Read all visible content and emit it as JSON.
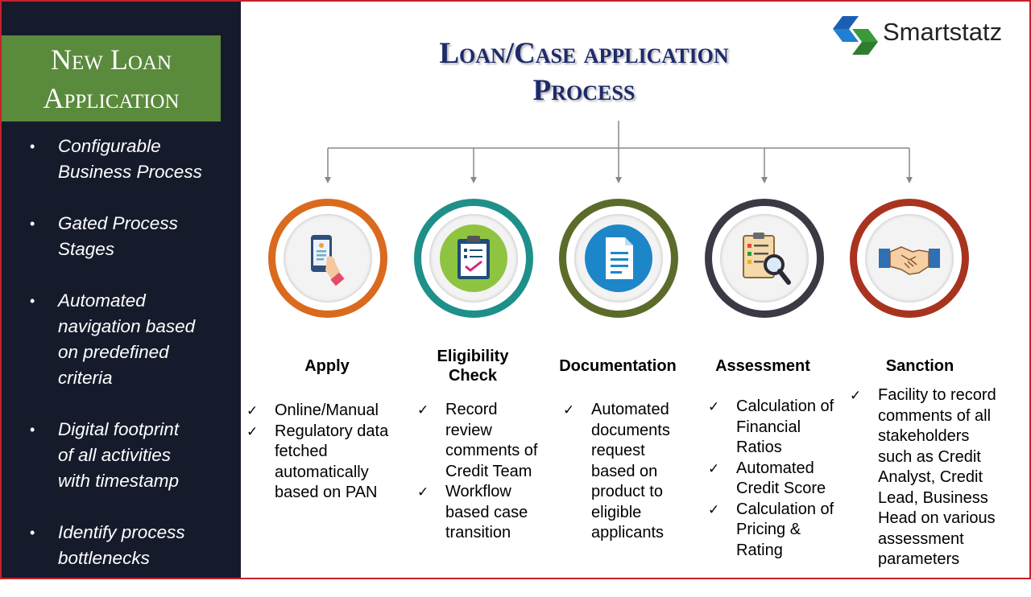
{
  "sidebar": {
    "title_line1": "New Loan",
    "title_line2": "Application",
    "items": [
      {
        "line1": "Configurable",
        "line2": "Business Process"
      },
      {
        "line1": "Gated Process",
        "line2": "Stages"
      },
      {
        "line1": "Automated",
        "line2": "navigation based",
        "line3": "on predefined",
        "line4": "criteria"
      },
      {
        "line1": "Digital footprint",
        "line2": "of all activities",
        "line3": "with timestamp"
      },
      {
        "line1": "Identify process",
        "line2": "bottlenecks"
      }
    ]
  },
  "header": {
    "title_line1": "Loan/Case application",
    "title_line2": "Process"
  },
  "brand": {
    "name": "Smartstatz"
  },
  "stages": [
    {
      "title": "Apply",
      "ring_color": "#d96a1e",
      "icon": "phone-touch-icon",
      "items": [
        {
          "l1": "Online/Manual"
        },
        {
          "l1": "Regulatory data",
          "l2": "fetched",
          "l3": "automatically",
          "l4": "based on PAN"
        }
      ]
    },
    {
      "title_line1": "Eligibility",
      "title_line2": "Check",
      "ring_color": "#1f8f8a",
      "icon": "clipboard-check-icon",
      "items": [
        {
          "l1": "Record",
          "l2": "review",
          "l3": "comments of",
          "l4": "Credit Team"
        },
        {
          "l1": "Workflow",
          "l2": "based case",
          "l3": "transition"
        }
      ]
    },
    {
      "title": "Documentation",
      "ring_color": "#5b6b2a",
      "icon": "document-icon",
      "items": [
        {
          "l1": "Automated",
          "l2": "documents",
          "l3": "request",
          "l4": "based on",
          "l5": "product to",
          "l6": "eligible",
          "l7": "applicants"
        }
      ]
    },
    {
      "title": "Assessment",
      "ring_color": "#3a3a44",
      "icon": "checklist-magnifier-icon",
      "items": [
        {
          "l1": "Calculation of",
          "l2": "Financial",
          "l3": "Ratios"
        },
        {
          "l1": "Automated",
          "l2": "Credit Score"
        },
        {
          "l1": "Calculation of",
          "l2": "Pricing &",
          "l3": "Rating"
        }
      ]
    },
    {
      "title": "Sanction",
      "ring_color": "#a8341f",
      "icon": "handshake-icon",
      "items": [
        {
          "l1": "Facility to record",
          "l2": "comments of all",
          "l3": "stakeholders",
          "l4": "such as Credit",
          "l5": "Analyst, Credit",
          "l6": "Lead, Business",
          "l7": "Head on various",
          "l8": "assessment",
          "l9": "parameters"
        }
      ]
    }
  ],
  "check_mark": "✓",
  "bullet": "•"
}
